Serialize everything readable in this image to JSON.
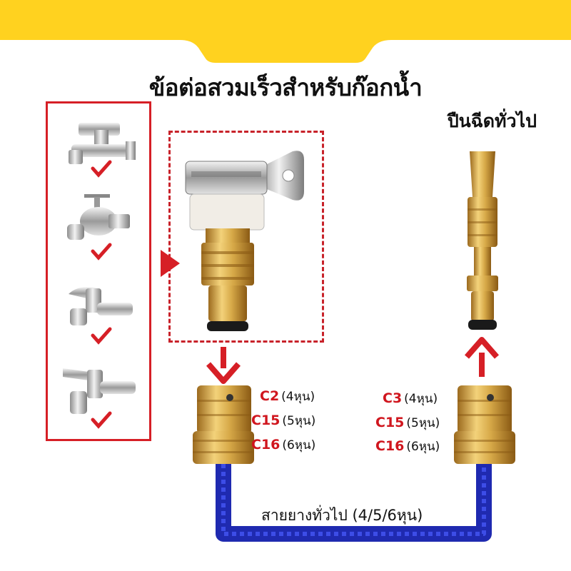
{
  "title": "ข้อต่อสวมเร็วสำหรับก๊อกน้ำ",
  "nozzle_title": "ปืนฉีดทั่วไป",
  "left_specs": [
    {
      "code": "C2",
      "size": "(4หุน)"
    },
    {
      "code": "C15",
      "size": "(5หุน)"
    },
    {
      "code": "C16",
      "size": "(6หุน)"
    }
  ],
  "right_specs": [
    {
      "code": "C3",
      "size": "(4หุน)"
    },
    {
      "code": "C15",
      "size": "(5หุน)"
    },
    {
      "code": "C16",
      "size": "(6หุน)"
    }
  ],
  "hose_label": "สายยางทั่วไป (4/5/6หุน)",
  "colors": {
    "banner": "#ffd21f",
    "accent_red": "#d61f26",
    "brass": "#d4a84a",
    "hose_blue": "#2a3bd8"
  }
}
